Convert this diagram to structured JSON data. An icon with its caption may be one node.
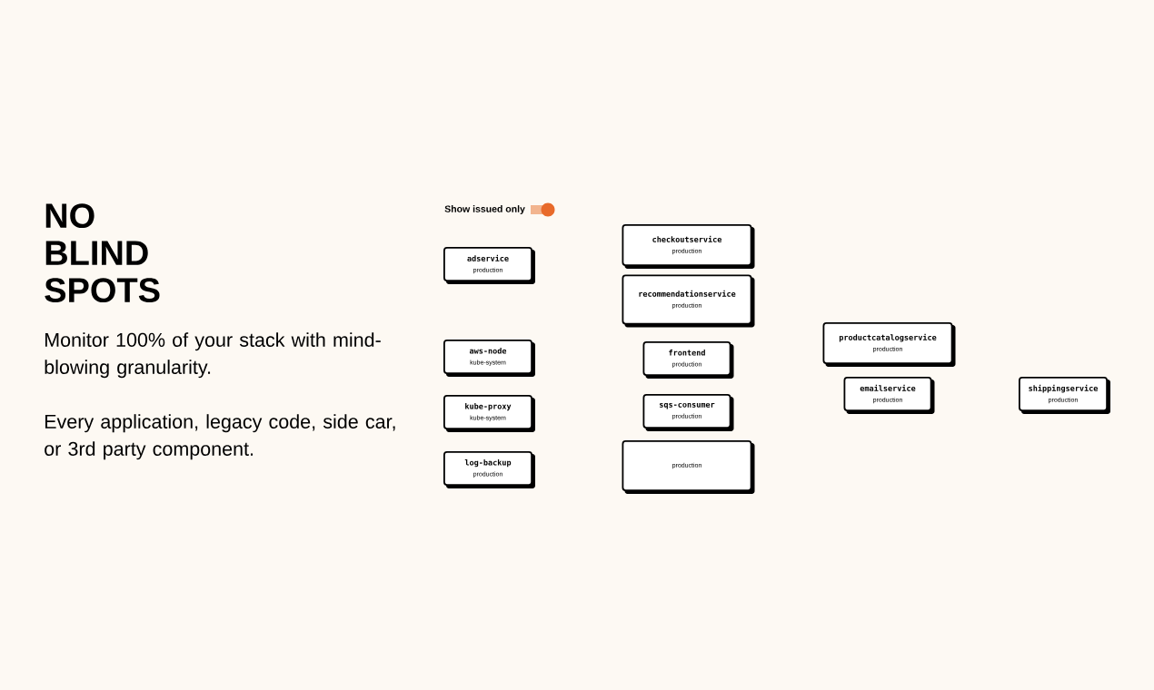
{
  "diagram": {
    "title": "NO BLIND SPOTS",
    "nodes": [
      {
        "text": [
          "adservice",
          "production"
        ]
      },
      {
        "text": [
          "checkoutservice",
          "production"
        ]
      },
      {
        "text": [
          "recommendationservice",
          "production"
        ]
      },
      {
        "text": [
          "productcatalogservice",
          "production"
        ]
      },
      {
        "text": [
          "aws-node",
          "kube-system"
        ]
      },
      {
        "text": [
          "frontend",
          "production"
        ]
      },
      {
        "text": [
          "emailservice",
          "production"
        ]
      },
      {
        "text": [
          "shippingservice",
          "production"
        ]
      },
      {
        "text": [
          "kube-proxy",
          "kube-system"
        ]
      },
      {
        "text": [
          "sqs-consumer",
          "production"
        ]
      },
      {
        "text": [
          "log-backup",
          "production"
        ]
      },
      {
        "text": [
          "production"
        ]
      }
    ],
    "labels": [
      "Show issued only",
      "Monitor 100% of your stack with mind-blowing granularity.",
      "Every application, legacy code, side car, or 3rd party component."
    ]
  }
}
